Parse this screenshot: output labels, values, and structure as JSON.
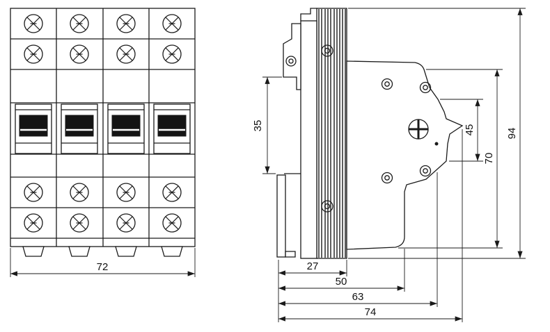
{
  "colors": {
    "line": "#1a1a1a",
    "background": "#ffffff"
  },
  "front_view": {
    "dimensions": {
      "overall_width": "72"
    }
  },
  "side_view": {
    "dimensions": {
      "din_notch_spacing": "35",
      "depth_to_back_section": "27",
      "depth_to_lower_body": "50",
      "depth_to_front_face": "63",
      "overall_depth": "74",
      "front_face_height": "45",
      "front_body_height": "70",
      "overall_height": "94"
    }
  }
}
